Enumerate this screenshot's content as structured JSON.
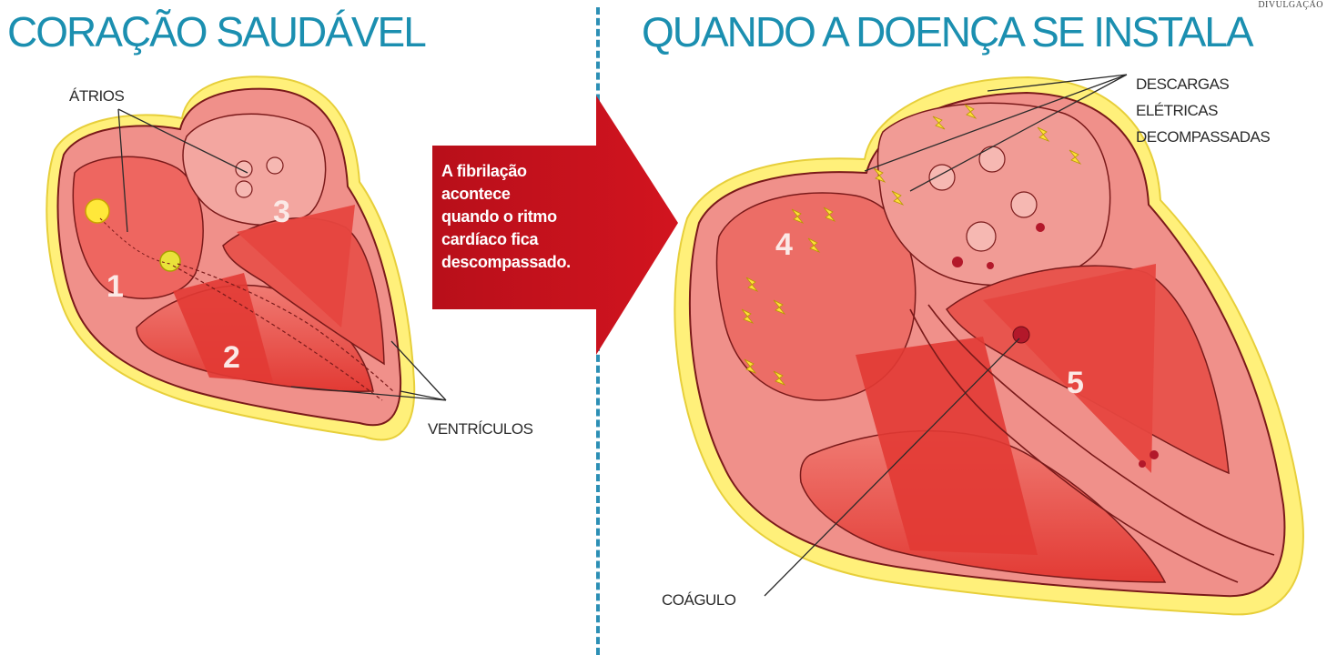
{
  "credit": "DIVULGAÇÃO",
  "left_panel": {
    "title": "CORAÇÃO SAUDÁVEL",
    "label_atrios": "ÁTRIOS",
    "label_ventriculos": "VENTRÍCULOS",
    "numbers": [
      "1",
      "2",
      "3"
    ]
  },
  "arrow": {
    "lines": [
      "A fibrilação",
      "acontece",
      "quando o ritmo",
      "cardíaco fica",
      "descompassado."
    ]
  },
  "right_panel": {
    "title": "QUANDO A DOENÇA SE INSTALA",
    "label_descargas": [
      "DESCARGAS",
      "ELÉTRICAS",
      "DECOMPASSADAS"
    ],
    "label_coagulo": "COÁGULO",
    "numbers": [
      "4",
      "5"
    ]
  },
  "colors": {
    "title": "#1b8fb0",
    "heart_red": "#e23a34",
    "heart_pink": "#f1a9a3",
    "heart_outline": "#7a1a1a",
    "pericardium": "#fff07a",
    "arrow": "#c5111c",
    "divider": "#2c8fb5"
  }
}
